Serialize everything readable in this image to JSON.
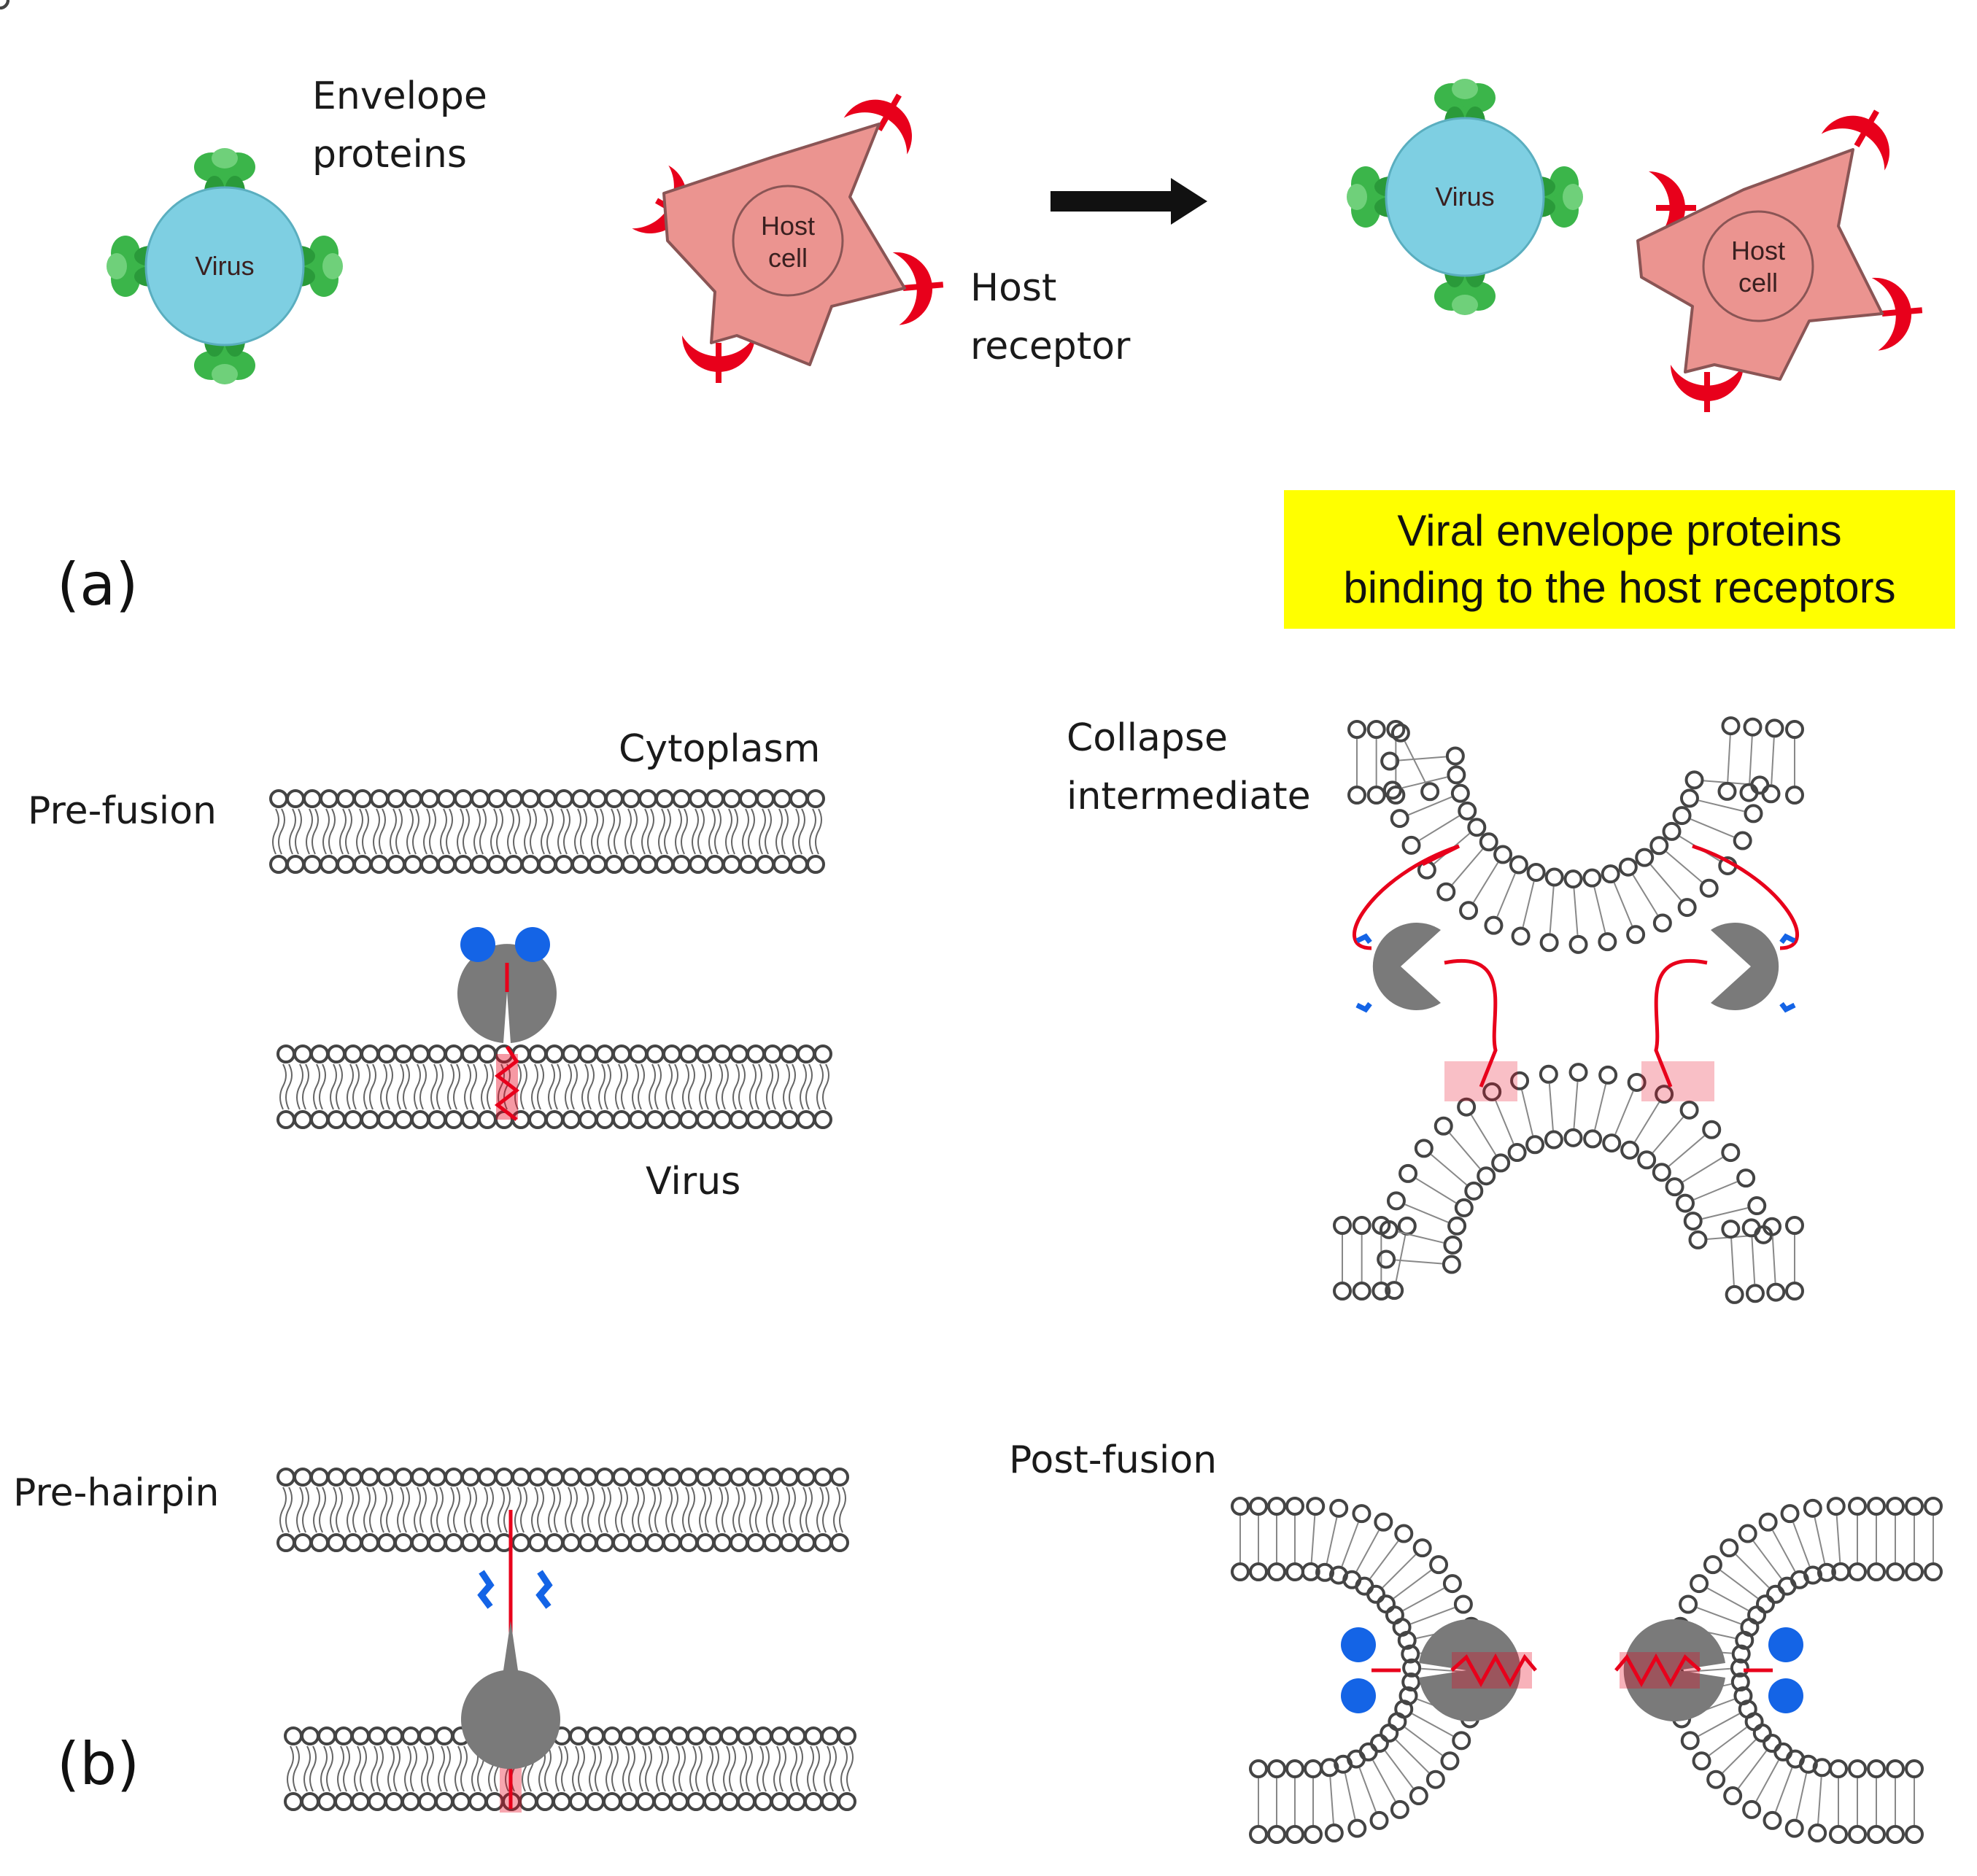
{
  "panel_a": {
    "label": "(a)",
    "envelope_label": [
      "Envelope",
      "proteins"
    ],
    "receptor_label": [
      "Host",
      "receptor"
    ],
    "virus_text": "Virus",
    "host_text": [
      "Host",
      "cell"
    ],
    "callout": [
      "Viral envelope proteins",
      "binding to the host receptors"
    ]
  },
  "panel_b": {
    "label": "(b)",
    "pre_fusion": "Pre-fusion",
    "cytoplasm": "Cytoplasm",
    "virus": "Virus",
    "collapse": [
      "Collapse",
      "intermediate"
    ],
    "pre_hairpin": "Pre-hairpin",
    "post_fusion": "Post-fusion"
  },
  "colors": {
    "virus": "#7ecfe2",
    "host_cell": "#eb9490",
    "receptor": "#e8001b",
    "envelope_protein": "#3bb54a",
    "callout_bg": "#ffff00",
    "lipid": "#444444",
    "fusion_protein": "#7a7a7a",
    "peptide_head": "#1464e6",
    "peptide_chain": "#e8001b"
  }
}
